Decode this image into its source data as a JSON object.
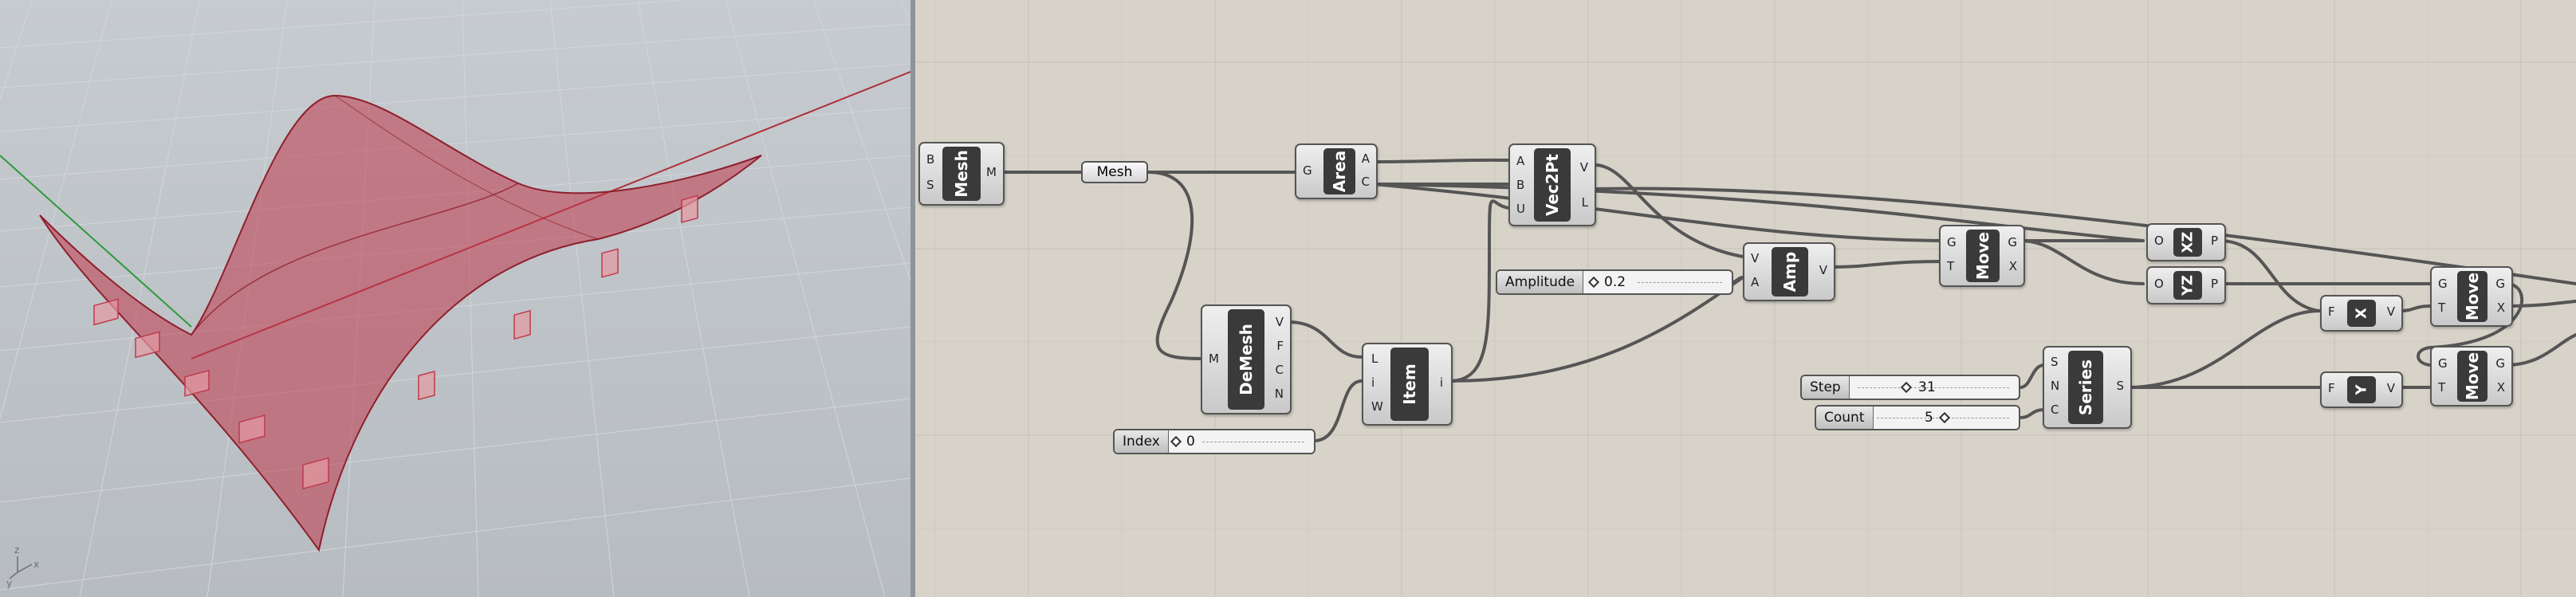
{
  "colors": {
    "canvas_bg": "#d7d3c9",
    "viewport_bg": "#c0c5ca",
    "surface_red": "#c0394a",
    "wire": "#555555",
    "component_core": "#3a3a3a"
  },
  "viewport": {
    "axis_x_label": "x",
    "axis_y_label": "y",
    "axis_z_label": "z"
  },
  "components": {
    "mesh": {
      "title": "Mesh",
      "inputs": [
        "B",
        "S"
      ],
      "outputs": [
        "M"
      ]
    },
    "mesh_param": {
      "label": "Mesh"
    },
    "area": {
      "title": "Area",
      "inputs": [
        "G"
      ],
      "outputs": [
        "A",
        "C"
      ]
    },
    "vec2pt": {
      "title": "Vec2Pt",
      "inputs": [
        "A",
        "B",
        "U"
      ],
      "outputs": [
        "V",
        "L"
      ]
    },
    "deconstruct_mesh": {
      "title": "DeMesh",
      "inputs": [
        "M"
      ],
      "outputs": [
        "V",
        "F",
        "C",
        "N"
      ]
    },
    "list_item": {
      "title": "Item",
      "inputs": [
        "L",
        "i",
        "W"
      ],
      "outputs": [
        "i"
      ]
    },
    "amplitude": {
      "title": "Amp",
      "inputs": [
        "V",
        "A"
      ],
      "outputs": [
        "V"
      ]
    },
    "move1": {
      "title": "Move",
      "inputs": [
        "G",
        "T"
      ],
      "outputs": [
        "G",
        "X"
      ]
    },
    "xz_plane": {
      "title": "XZ",
      "inputs": [
        "O"
      ],
      "outputs": [
        "P"
      ]
    },
    "yz_plane": {
      "title": "YZ",
      "inputs": [
        "O"
      ],
      "outputs": [
        "P"
      ]
    },
    "move2": {
      "title": "Move",
      "inputs": [
        "G",
        "T"
      ],
      "outputs": [
        "G",
        "X"
      ]
    },
    "move3": {
      "title": "Move",
      "inputs": [
        "G",
        "T"
      ],
      "outputs": [
        "G",
        "X"
      ]
    },
    "unit_x": {
      "title": "X",
      "inputs": [
        "F"
      ],
      "outputs": [
        "V"
      ]
    },
    "unit_y": {
      "title": "Y",
      "inputs": [
        "F"
      ],
      "outputs": [
        "V"
      ]
    },
    "series": {
      "title": "Series",
      "inputs": [
        "S",
        "N",
        "C"
      ],
      "outputs": [
        "S"
      ]
    }
  },
  "sliders": {
    "amplitude": {
      "label": "Amplitude",
      "value": "0.2"
    },
    "index": {
      "label": "Index",
      "value": "0"
    },
    "step": {
      "label": "Step",
      "value": "31"
    },
    "count": {
      "label": "Count",
      "value": "5"
    }
  }
}
